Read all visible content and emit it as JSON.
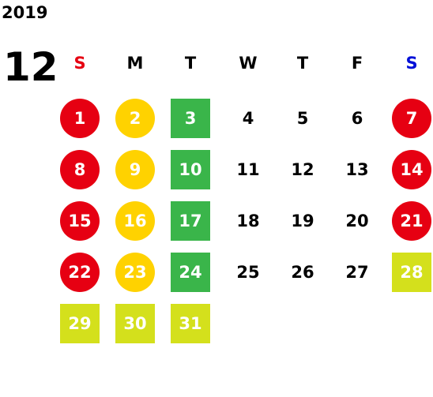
{
  "calendar": {
    "year": "2019",
    "month": "12",
    "weekdays": [
      {
        "label": "S",
        "color": "#e60012"
      },
      {
        "label": "M",
        "color": "#000000"
      },
      {
        "label": "T",
        "color": "#000000"
      },
      {
        "label": "W",
        "color": "#000000"
      },
      {
        "label": "T",
        "color": "#000000"
      },
      {
        "label": "F",
        "color": "#000000"
      },
      {
        "label": "S",
        "color": "#0010d8"
      }
    ],
    "first_weekday": 0,
    "days": [
      {
        "day": "1",
        "mark": "circle",
        "color": "#e60012"
      },
      {
        "day": "2",
        "mark": "circle",
        "color": "#ffd200"
      },
      {
        "day": "3",
        "mark": "square",
        "color": "#3ab54a"
      },
      {
        "day": "4",
        "mark": "none"
      },
      {
        "day": "5",
        "mark": "none"
      },
      {
        "day": "6",
        "mark": "none"
      },
      {
        "day": "7",
        "mark": "circle",
        "color": "#e60012"
      },
      {
        "day": "8",
        "mark": "circle",
        "color": "#e60012"
      },
      {
        "day": "9",
        "mark": "circle",
        "color": "#ffd200"
      },
      {
        "day": "10",
        "mark": "square",
        "color": "#3ab54a"
      },
      {
        "day": "11",
        "mark": "none"
      },
      {
        "day": "12",
        "mark": "none"
      },
      {
        "day": "13",
        "mark": "none"
      },
      {
        "day": "14",
        "mark": "circle",
        "color": "#e60012"
      },
      {
        "day": "15",
        "mark": "circle",
        "color": "#e60012"
      },
      {
        "day": "16",
        "mark": "circle",
        "color": "#ffd200"
      },
      {
        "day": "17",
        "mark": "square",
        "color": "#3ab54a"
      },
      {
        "day": "18",
        "mark": "none"
      },
      {
        "day": "19",
        "mark": "none"
      },
      {
        "day": "20",
        "mark": "none"
      },
      {
        "day": "21",
        "mark": "circle",
        "color": "#e60012"
      },
      {
        "day": "22",
        "mark": "circle",
        "color": "#e60012"
      },
      {
        "day": "23",
        "mark": "circle",
        "color": "#ffd200"
      },
      {
        "day": "24",
        "mark": "square",
        "color": "#3ab54a"
      },
      {
        "day": "25",
        "mark": "none"
      },
      {
        "day": "26",
        "mark": "none"
      },
      {
        "day": "27",
        "mark": "none"
      },
      {
        "day": "28",
        "mark": "square",
        "color": "#d4e01c"
      },
      {
        "day": "29",
        "mark": "square",
        "color": "#d4e01c"
      },
      {
        "day": "30",
        "mark": "square",
        "color": "#d4e01c"
      },
      {
        "day": "31",
        "mark": "square",
        "color": "#d4e01c"
      }
    ]
  }
}
